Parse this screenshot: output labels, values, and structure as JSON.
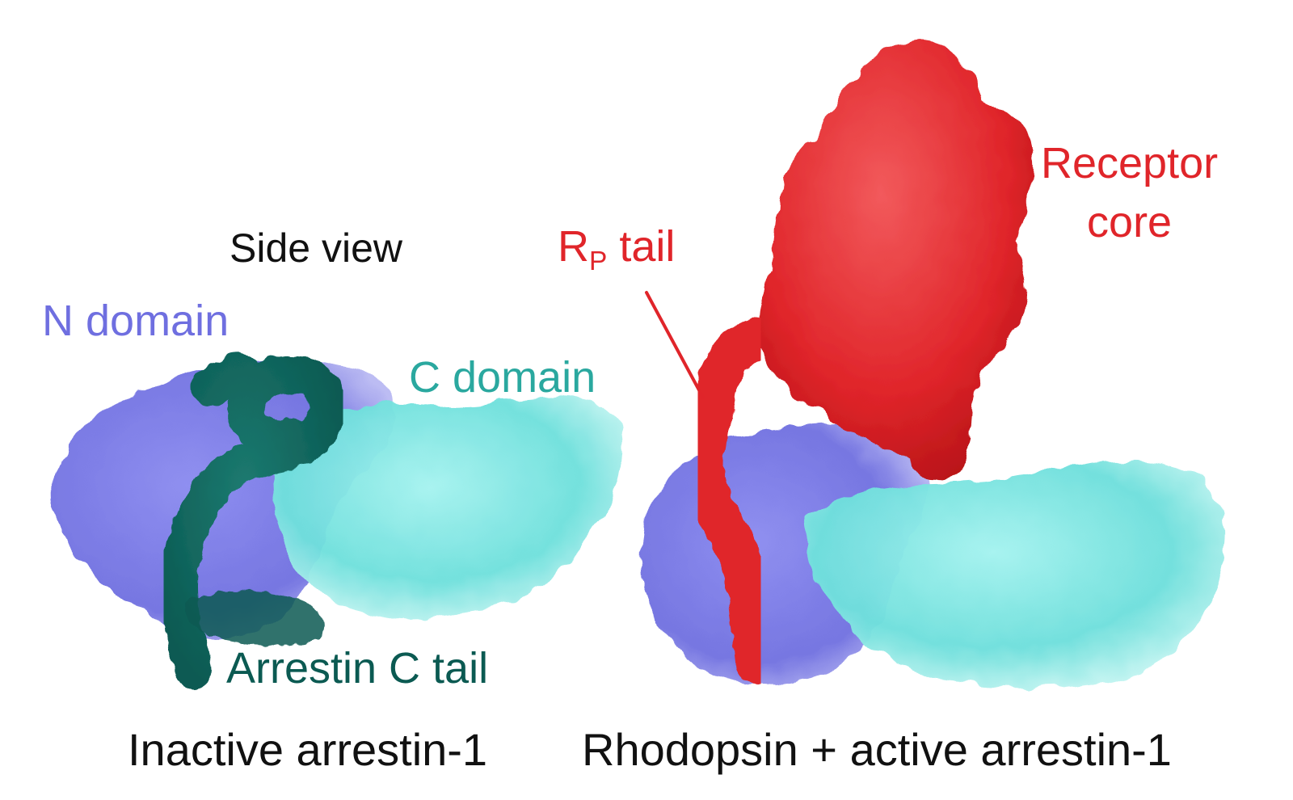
{
  "left_panel": {
    "view_label": "Side view",
    "n_domain": "N domain",
    "c_domain": "C domain",
    "arrestin_c_tail": "Arrestin C tail",
    "caption": "Inactive arrestin-1"
  },
  "right_panel": {
    "rp_tail_main": "R",
    "rp_tail_sub": "P",
    "rp_tail_suffix": " tail",
    "receptor_line1": "Receptor",
    "receptor_line2": "core",
    "caption": "Rhodopsin + active arrestin-1"
  },
  "colors": {
    "n_domain": "#6f6fe0",
    "c_domain": "#6fe0dc",
    "c_domain_label": "#2aa89f",
    "arrestin_c_tail": "#0b5a52",
    "receptor": "#e0252a",
    "text": "#111111"
  }
}
